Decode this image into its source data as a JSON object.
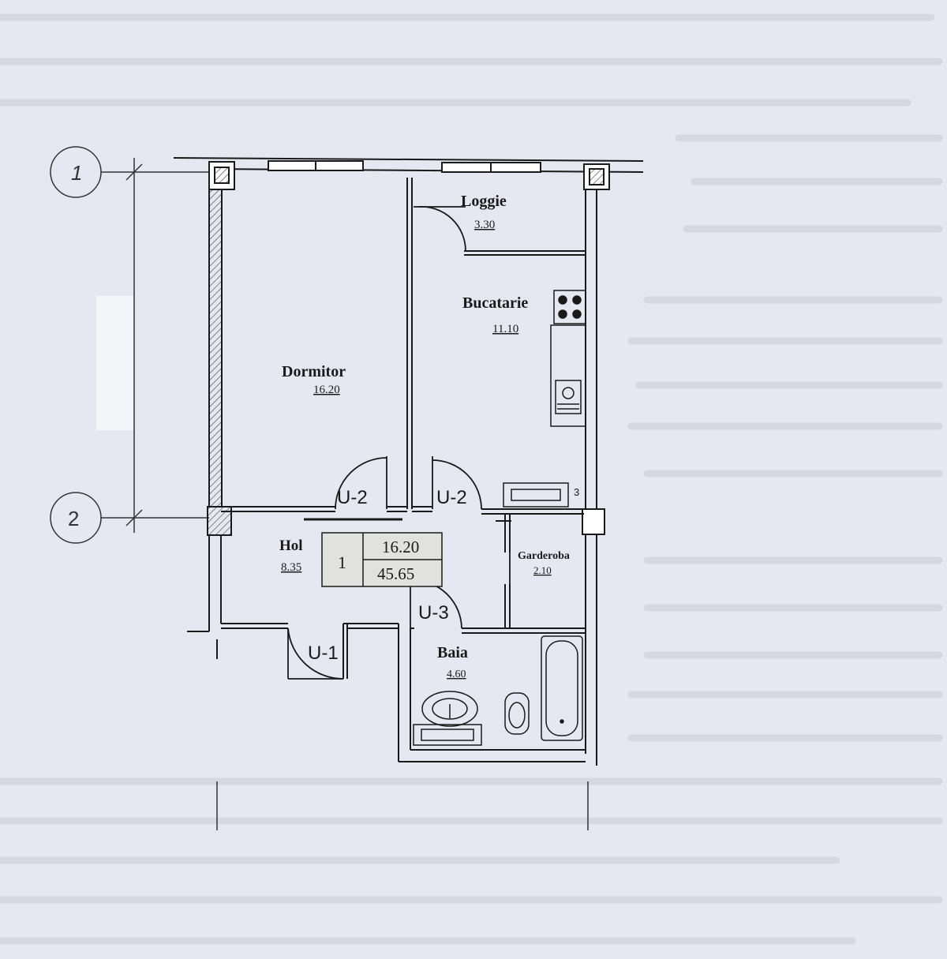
{
  "axes": [
    {
      "id": "axis-1",
      "label": "1"
    },
    {
      "id": "axis-2",
      "label": "2"
    }
  ],
  "rooms": {
    "loggie": {
      "name": "Loggie",
      "area": "3.30"
    },
    "bucatarie": {
      "name": "Bucatarie",
      "area": "11.10"
    },
    "dormitor": {
      "name": "Dormitor",
      "area": "16.20"
    },
    "hol": {
      "name": "Hol",
      "area": "8.35"
    },
    "garderoba": {
      "name": "Garderoba",
      "area": "2.10"
    },
    "baia": {
      "name": "Baia",
      "area": "4.60"
    }
  },
  "doors": {
    "dormitor": "U-2",
    "bucatarie": "U-2",
    "entry": "U-1",
    "baia": "U-3"
  },
  "summary": {
    "rooms_count": "1",
    "living_area": "16.20",
    "total_area": "45.65"
  },
  "marks": {
    "fridge": "3"
  },
  "colors": {
    "paper": "#e6e8f1",
    "ink": "#1a1a1a",
    "summary_fill": "#e1e1df",
    "wall_hatch": "#444444"
  }
}
